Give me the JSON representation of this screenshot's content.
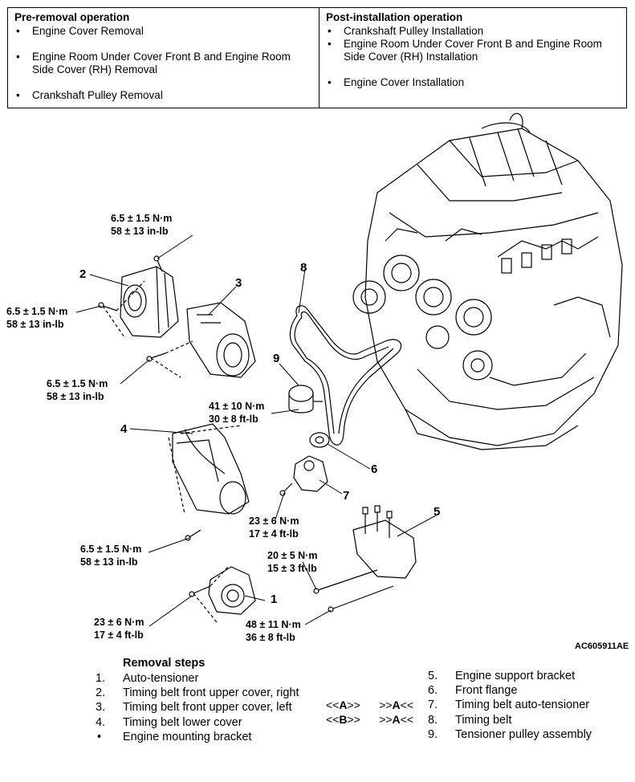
{
  "pre_removal": {
    "heading": "Pre-removal operation",
    "items": [
      "Engine Cover Removal",
      "Engine Room Under Cover Front B and Engine Room Side Cover (RH) Removal",
      "Crankshaft Pulley Removal"
    ]
  },
  "post_installation": {
    "heading": "Post-installation operation",
    "items": [
      "Crankshaft Pulley Installation",
      "Engine Room Under Cover Front B and Engine Room Side Cover (RH) Installation",
      "Engine Cover Installation"
    ]
  },
  "torques": {
    "t1a": "6.5 ± 1.5 N·m",
    "t1b": "58 ± 13 in-lb",
    "t2a": "6.5 ± 1.5 N·m",
    "t2b": "58 ± 13 in-lb",
    "t3a": "6.5 ± 1.5 N·m",
    "t3b": "58 ± 13 in-lb",
    "t4a": "41 ± 10 N·m",
    "t4b": "30 ± 8 ft-lb",
    "t5a": "23 ± 6 N·m",
    "t5b": "17 ± 4 ft-lb",
    "t6a": "6.5 ± 1.5 N·m",
    "t6b": "58 ± 13 in-lb",
    "t7a": "20 ± 5 N·m",
    "t7b": "15 ± 3 ft-lb",
    "t8a": "23 ± 6 N·m",
    "t8b": "17 ± 4 ft-lb",
    "t9a": "48 ± 11 N·m",
    "t9b": "36 ± 8 ft-lb"
  },
  "callouts": [
    "1",
    "2",
    "3",
    "4",
    "5",
    "6",
    "7",
    "8",
    "9"
  ],
  "figure_id": "AC605911AE",
  "removal": {
    "title": "Removal steps",
    "left_steps": [
      {
        "num": "1.",
        "text": "Auto-tensioner"
      },
      {
        "num": "2.",
        "text": "Timing belt front upper cover, right"
      },
      {
        "num": "3.",
        "text": "Timing belt front upper cover, left"
      },
      {
        "num": "4.",
        "text": "Timing belt lower cover"
      },
      {
        "num": "•",
        "text": "Engine mounting bracket"
      }
    ],
    "marks": [
      {
        "a": "<<",
        "b": "A",
        "c": ">>",
        "d": ">>",
        "e": "A",
        "f": "<<"
      },
      {
        "a": "<<",
        "b": "B",
        "c": ">>",
        "d": ">>",
        "e": "A",
        "f": "<<"
      }
    ],
    "right_steps": [
      {
        "num": "5.",
        "text": "Engine support bracket"
      },
      {
        "num": "6.",
        "text": "Front flange"
      },
      {
        "num": "7.",
        "text": "Timing belt auto-tensioner"
      },
      {
        "num": "8.",
        "text": "Timing belt"
      },
      {
        "num": "9.",
        "text": "Tensioner pulley assembly"
      }
    ]
  }
}
